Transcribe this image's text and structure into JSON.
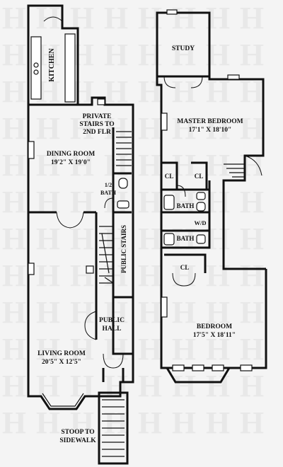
{
  "watermark": {
    "letter": "H",
    "color": "#e8e8e8"
  },
  "colors": {
    "wall": "#111111",
    "background": "#f4f4f4"
  },
  "first_floor": {
    "kitchen": "KITCHEN",
    "private_stairs": [
      "PRIVATE",
      "STAIRS TO",
      "2ND FLR"
    ],
    "dining_room": {
      "name": "DINING ROOM",
      "dims": "19'2\" X 19'0\""
    },
    "half_bath": [
      "1/2",
      "BATH"
    ],
    "public_stairs": "PUBLIC STAIRS",
    "public_hall": [
      "PUBLIC",
      "HALL"
    ],
    "living_room": {
      "name": "LIVING ROOM",
      "dims": "20'5\" X 12'5\""
    },
    "stoop": [
      "STOOP TO",
      "SIDEWALK"
    ]
  },
  "second_floor": {
    "study": "STUDY",
    "master_bedroom": {
      "name": "MASTER BEDROOM",
      "dims": "17'1\" X 18'10\""
    },
    "closet_left": "CL",
    "closet_right": "CL",
    "bath_1": "BATH",
    "washer_dryer": "W/D",
    "bath_2": "BATH",
    "closet_lower": "CL",
    "bedroom": {
      "name": "BEDROOM",
      "dims": "17'5\" X 18'11\""
    }
  }
}
